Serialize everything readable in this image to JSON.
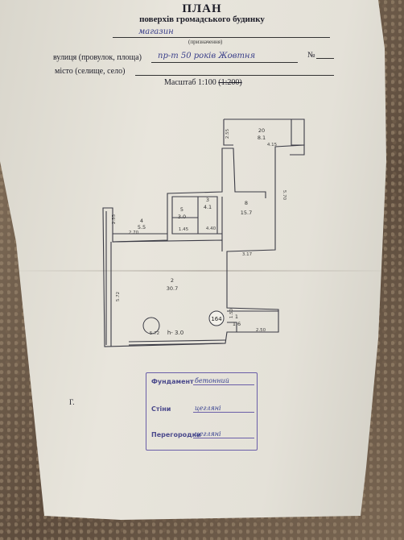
{
  "header": {
    "title": "ПЛАН",
    "subtitle": "поверхів громадського будинку",
    "purpose_value": "магазин",
    "purpose_caption": "(призначення)",
    "street_label": "вулиця (провулок, площа)",
    "street_value": "пр-т 50 років Жовтня",
    "number_label": "№",
    "city_label": "місто (селище, село)",
    "scale_label": "Масштаб 1:100",
    "scale_struck": "(1:200)"
  },
  "plan": {
    "rooms": [
      {
        "num": "20",
        "area": "8.1"
      },
      {
        "num": "5",
        "area": "3.0"
      },
      {
        "num": "3",
        "area": "4.1"
      },
      {
        "num": "8",
        "area": "15.7"
      },
      {
        "num": "4",
        "area": "5.5"
      },
      {
        "num": "2",
        "area": "30.7"
      },
      {
        "num": "1",
        "area": "1.6"
      }
    ],
    "dims": {
      "d1": "2.55",
      "d2": "4.15",
      "d3": "5.70",
      "d4": "2.70",
      "d5": "2.55",
      "d6": "1.45",
      "d7": "3.17",
      "d8": "5.72",
      "d9": "5.72",
      "d10": "2.50",
      "d11": "1.50",
      "d12": "4.40"
    },
    "height_label": "h- 3.0",
    "marker": "164"
  },
  "stamp": {
    "foundation_label": "Фундамент",
    "foundation_value": "бетонний",
    "walls_label": "Стіни",
    "walls_value": "цегляні",
    "partition_label": "Перегородки",
    "partition_value": "цегляні"
  },
  "margin_mark": "Г."
}
